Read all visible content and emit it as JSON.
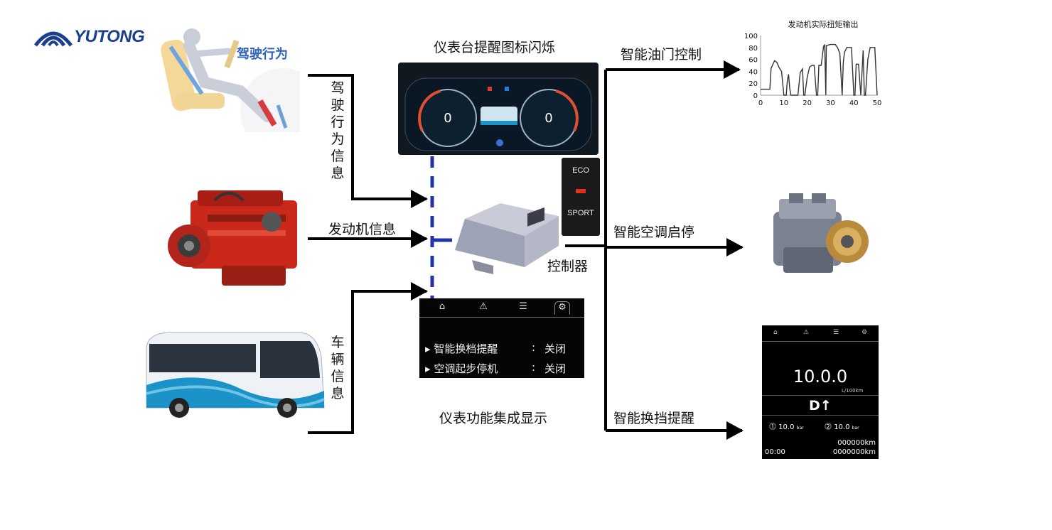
{
  "brand": {
    "name": "YUTONG"
  },
  "labels": {
    "driving_behavior_pic": "驾驶行为",
    "driving_info": "驾驶行为信息",
    "engine_info": "发动机信息",
    "vehicle_info": "车辆信息",
    "dashboard_flash": "仪表台提醒图标闪烁",
    "controller": "控制器",
    "dashboard_integration": "仪表功能集成显示",
    "smart_throttle": "智能油门控制",
    "smart_ac": "智能空调启停",
    "smart_shift": "智能换挡提醒"
  },
  "mode_switch": {
    "eco": "ECO",
    "sport": "SPORT"
  },
  "dash_menu": {
    "tabs": [
      "home-icon",
      "warning-icon",
      "list-icon",
      "gear-icon"
    ],
    "rows": [
      {
        "label": "智能换档提醒",
        "sep": ":",
        "value": "关闭"
      },
      {
        "label": "空调起步停机",
        "sep": ":",
        "value": "关闭"
      }
    ]
  },
  "cluster": {
    "consumption": "10.0.0",
    "unit": "L/100km",
    "gear": "D",
    "pressure1": "10.0",
    "pressure2": "10.0",
    "pressure_unit": "bar",
    "time": "00:00",
    "trip": "000000km",
    "odo": "0000000km"
  },
  "chart_data": {
    "type": "line",
    "title": "发动机实际扭矩输出",
    "xlim": [
      0,
      50
    ],
    "ylim": [
      0,
      100
    ],
    "x_ticks": [
      0,
      10,
      20,
      30,
      40,
      50
    ],
    "y_ticks": [
      0,
      20,
      40,
      60,
      80,
      100
    ],
    "grid": false,
    "series": [
      {
        "x": [
          0,
          4,
          4.5,
          6,
          7,
          8,
          9,
          10,
          11,
          11.5,
          12,
          12.5,
          13,
          14,
          16,
          17,
          18,
          18.5,
          19,
          20,
          21,
          22,
          23,
          24,
          24.5,
          25,
          26,
          27,
          27.5,
          28,
          28.2,
          29,
          30,
          31,
          32,
          33,
          34,
          35,
          35.5,
          36,
          37,
          38,
          39,
          40,
          40.5,
          41,
          42,
          43,
          44,
          44.5,
          45,
          46,
          47,
          48,
          49,
          50
        ],
        "y": [
          10,
          10,
          45,
          58,
          55,
          46,
          40,
          0,
          0,
          25,
          35,
          12,
          0,
          0,
          0,
          38,
          44,
          0,
          0,
          30,
          47,
          50,
          50,
          0,
          0,
          50,
          50,
          82,
          84,
          0,
          83,
          84,
          85,
          85,
          85,
          80,
          70,
          0,
          55,
          72,
          80,
          80,
          80,
          0,
          0,
          52,
          52,
          0,
          75,
          0,
          0,
          60,
          80,
          80,
          80,
          0
        ]
      }
    ]
  },
  "colors": {
    "arrow": "#000000",
    "dash": "#2233aa",
    "engine": "#cc2a1c",
    "logo": "#1b3f8f"
  }
}
